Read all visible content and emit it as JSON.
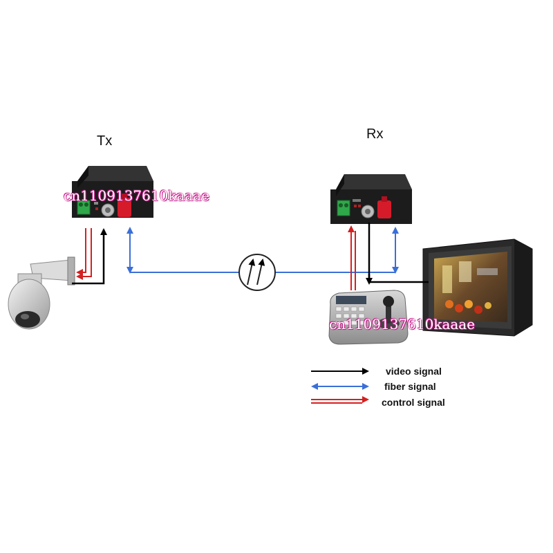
{
  "labels": {
    "tx": "Tx",
    "rx": "Rx"
  },
  "legend": [
    {
      "label": "video signal",
      "color": "#000000",
      "key": "video"
    },
    {
      "label": "fiber signal",
      "color": "#3a6fd8",
      "key": "fiber"
    },
    {
      "label": "control signal",
      "color": "#d42020",
      "key": "control"
    }
  ],
  "watermarks": [
    "cn1109137610kaaae",
    "cn1109137610kaaae"
  ],
  "colors": {
    "video": "#000000",
    "fiber": "#3a6fd8",
    "control": "#d42020",
    "device_body": "#1c1c1c",
    "terminal_green": "#2fa84a",
    "fiber_red": "#d51b2a"
  },
  "icons": {
    "camera": "ptz-dome-camera-icon",
    "transmitter": "fiber-transmitter-icon",
    "receiver": "fiber-receiver-icon",
    "keyboard": "ptz-controller-keyboard-icon",
    "monitor": "crt-monitor-icon",
    "fiber": "fiber-cable-icon"
  }
}
